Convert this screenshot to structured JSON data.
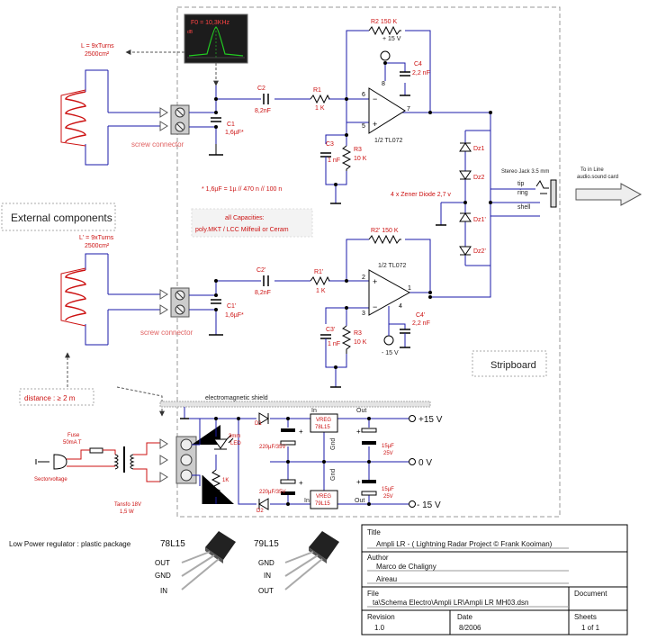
{
  "colors": {
    "wire_blue": "#1a1aa8",
    "wire_black": "#111111",
    "label_red": "#cc1111",
    "coil_red": "#cc1111",
    "part_gray": "#7a7a7a",
    "box_dash": "#9a9a9a",
    "scope_green": "#22cc22"
  },
  "scope": {
    "readout": "F0 = 10,3KHz",
    "db_label": "dB"
  },
  "top_channel": {
    "coil": "L = 9xTurns\n2500cm²",
    "connector": "screw connector",
    "c1": "C1",
    "c1_val": "1,6µF*",
    "c2": "C2",
    "c2_val": "8,2nF",
    "r1": "R1",
    "r1_val": "1 K",
    "r2": "R2   150 K",
    "c3": "C3",
    "c3_val": "1 nF",
    "r3": "R3",
    "r3_val": "10 K",
    "c4": "C4",
    "c4_val": "2,2 nF",
    "supply": "+ 15 V",
    "opamp": "1/2 TL072",
    "pin8": "8",
    "pin6": "6",
    "pin5": "5",
    "pin7": "7"
  },
  "bottom_channel": {
    "coil": "L' = 9xTurns\n2500cm²",
    "connector": "screw connector",
    "c1": "C1'",
    "c1_val": "1,6µF*",
    "c2": "C2'",
    "c2_val": "8,2nF",
    "r1": "R1'",
    "r1_val": "1 K",
    "r2": "R2'   150 K",
    "c3": "C3'",
    "c3_val": "1 nF",
    "r3": "R3",
    "r3_val": "10 K",
    "c4": "C4'",
    "c4_val": "2,2 nF",
    "supply": "- 15 V",
    "opamp": "1/2 TL072",
    "pin2": "2",
    "pin3": "3",
    "pin1": "1",
    "pin4": "4"
  },
  "capacitor_note": "* 1,6µF = 1µ // 470 n // 100 n",
  "all_caps": {
    "line1": "all Capacities:",
    "line2": "poly.MKT / LCC Milfeuil or Ceram"
  },
  "external_components": "External components",
  "zener": {
    "dz1": "Dz1",
    "dz2": "Dz2",
    "dz1p": "Dz1'",
    "dz2p": "Dz2'",
    "note": "4 x Zener Diode 2,7 v"
  },
  "jack": {
    "title": "Stereo Jack 3.5 mm",
    "tip": "tip",
    "ring": "ring",
    "shell": "shell",
    "dest": "To in Line\naudio.sound card"
  },
  "stripboard": "Stripboard",
  "distance": "distance : ≥ 2 m",
  "shield": "electromagnetic shield",
  "power": {
    "fuse": "Fuse\n50mA T",
    "sector": "Sectorvoltage",
    "transfo": "Tansfo 18V\n1,5 W",
    "led": "3mm\nLED",
    "r1k": "1K",
    "d1": "D1",
    "d2": "D2",
    "cap_top": "220µF/35V",
    "cap_bot": "220µF/35V",
    "vreg_top": "VREG\n78L15",
    "vreg_bot": "VREG\n79L15",
    "in": "In",
    "out": "Out",
    "gnd": "Gnd",
    "cap15_top": "15µF\n25V",
    "cap15_bot": "15µF\n25V",
    "plus15": "+15 V",
    "zero": "0 V",
    "minus15": "- 15 V"
  },
  "regulators": {
    "caption": "Low Power regulator : plastic package",
    "r78": {
      "name": "78L15",
      "pins": [
        "OUT",
        "GND",
        "IN"
      ]
    },
    "r79": {
      "name": "79L15",
      "pins": [
        "GND",
        "IN",
        "OUT"
      ]
    }
  },
  "title_block": {
    "title_label": "Title",
    "title": "Ampli LR - ( Lightning Radar Project © Frank Kooiman)",
    "author_label": "Author",
    "author1": "Marco de Chaligny",
    "author2": "Aireau",
    "file_label": "File",
    "document_label": "Document",
    "file": "ta\\Schema Electro\\Ampli LR\\Ampli LR MH03.dsn",
    "revision_label": "Revision",
    "date_label": "Date",
    "sheets_label": "Sheets",
    "revision": "1.0",
    "date": "8/2006",
    "sheets": "1 of 1"
  }
}
